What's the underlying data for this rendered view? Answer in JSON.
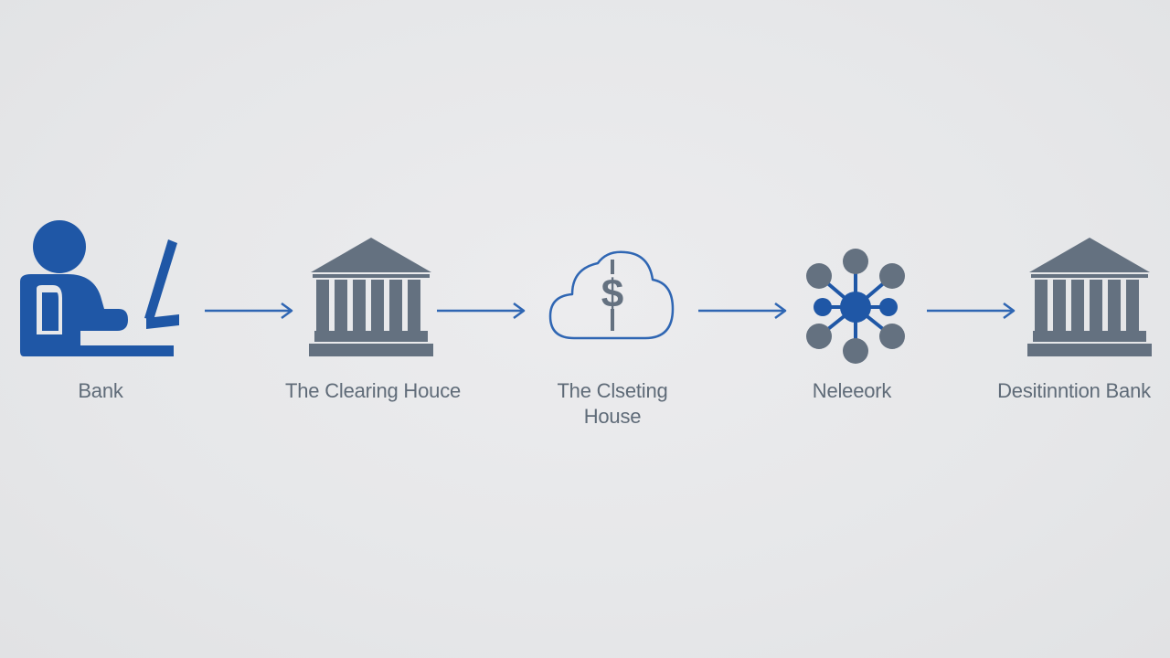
{
  "colors": {
    "background": "#e7e8ea",
    "accent_blue": "#1f57a6",
    "icon_gray": "#647180",
    "label_gray": "#5f6b78",
    "arrow_blue": "#2f66b3"
  },
  "steps": [
    {
      "icon": "person-laptop-icon",
      "label": "Bank"
    },
    {
      "icon": "bank-building-icon",
      "label": "The Clearing Houce"
    },
    {
      "icon": "cloud-dollar-icon",
      "label": "The Clseting\nHouse"
    },
    {
      "icon": "network-hub-icon",
      "label": "Neleeork"
    },
    {
      "icon": "bank-building-icon",
      "label": "Desitinntion Bank"
    }
  ]
}
